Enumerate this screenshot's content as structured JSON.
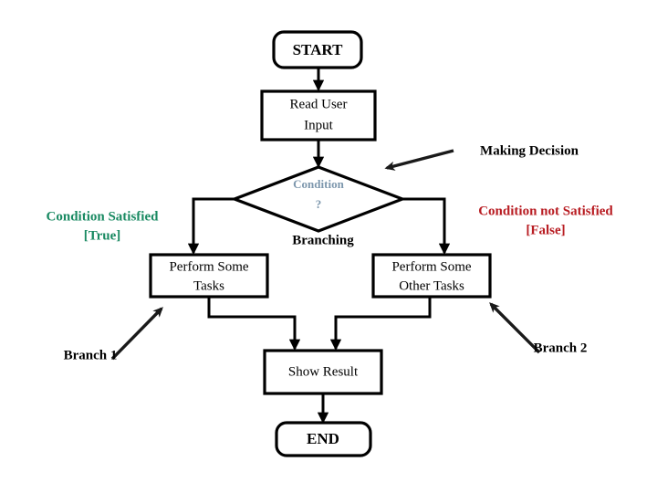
{
  "diagram": {
    "title": "Flowchart with decision branching",
    "background": "#ffffff",
    "colors": {
      "stroke": "#000000",
      "node_fill": "#ffffff",
      "true_label": "#1a8a62",
      "false_label": "#b81c22",
      "decision_text": "#7d97ad",
      "annotation": "#000000"
    },
    "nodes": [
      {
        "id": "start",
        "shape": "rounded-rectangle",
        "lines": [
          "START"
        ]
      },
      {
        "id": "read-input",
        "shape": "rectangle",
        "lines": [
          "Read User",
          "Input"
        ]
      },
      {
        "id": "condition",
        "shape": "diamond",
        "lines": [
          "Condition",
          "?"
        ]
      },
      {
        "id": "task-left",
        "shape": "rectangle",
        "lines": [
          "Perform Some",
          "Tasks"
        ]
      },
      {
        "id": "task-right",
        "shape": "rectangle",
        "lines": [
          "Perform Some",
          "Other Tasks"
        ]
      },
      {
        "id": "show-result",
        "shape": "rectangle",
        "lines": [
          "Show Result"
        ]
      },
      {
        "id": "end",
        "shape": "rounded-rectangle",
        "lines": [
          "END"
        ]
      }
    ],
    "node_text": {
      "start": "START",
      "read_input_line1": "Read User",
      "read_input_line2": "Input",
      "condition_line1": "Condition",
      "condition_line2": "?",
      "task_left_line1": "Perform Some",
      "task_left_line2": "Tasks",
      "task_right_line1": "Perform Some",
      "task_right_line2": "Other Tasks",
      "show_result": "Show Result",
      "end": "END"
    },
    "annotations": {
      "making_decision": "Making Decision",
      "branching": "Branching",
      "condition_satisfied_line1": "Condition Satisfied",
      "condition_satisfied_line2": "[True]",
      "condition_not_satisfied_line1": "Condition not Satisfied",
      "condition_not_satisfied_line2": "[False]",
      "branch_1": "Branch 1",
      "branch_2": "Branch 2"
    },
    "edges": [
      {
        "from": "start",
        "to": "read-input",
        "label": ""
      },
      {
        "from": "read-input",
        "to": "condition",
        "label": ""
      },
      {
        "from": "condition",
        "to": "task-left",
        "label": "True"
      },
      {
        "from": "condition",
        "to": "task-right",
        "label": "False"
      },
      {
        "from": "task-left",
        "to": "show-result",
        "label": ""
      },
      {
        "from": "task-right",
        "to": "show-result",
        "label": ""
      },
      {
        "from": "show-result",
        "to": "end",
        "label": ""
      }
    ]
  }
}
